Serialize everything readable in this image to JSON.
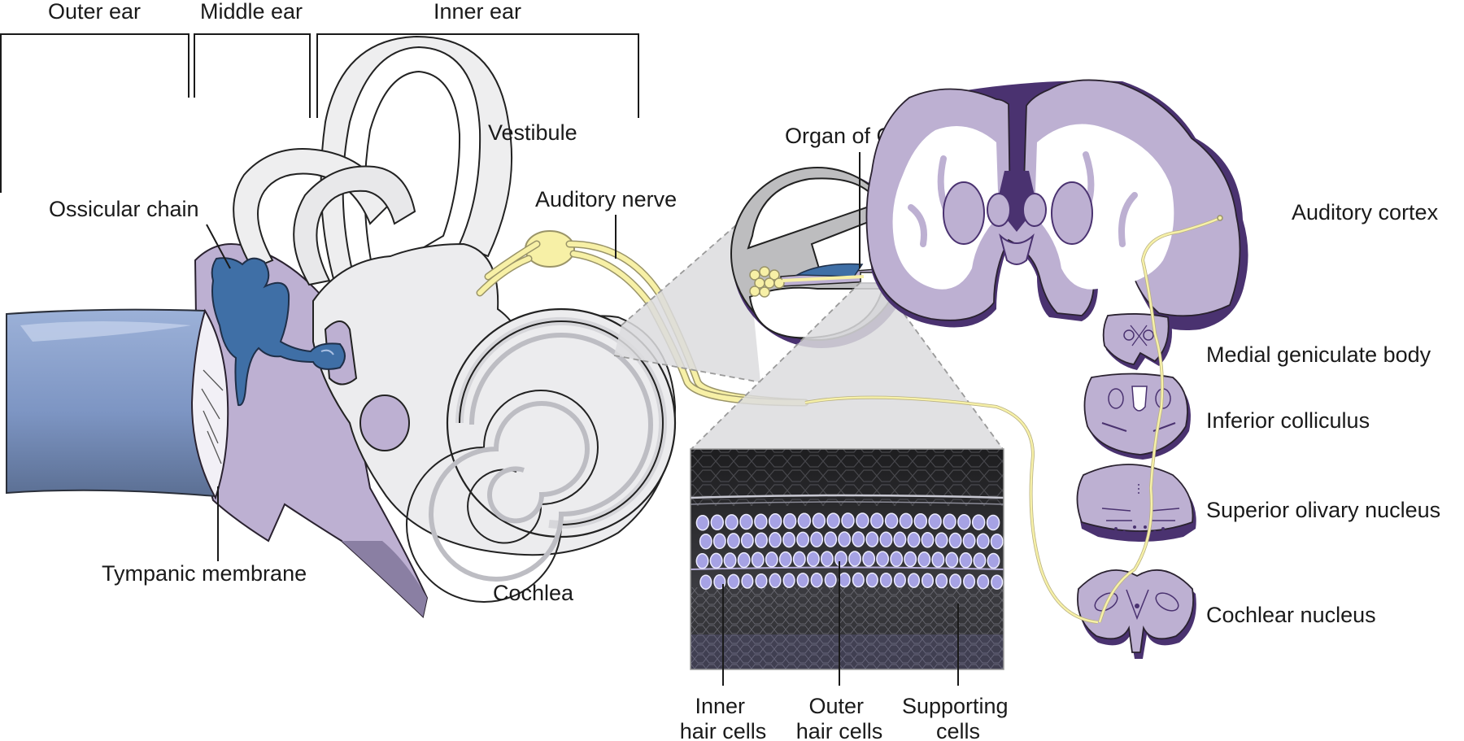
{
  "colors": {
    "canal_blue": "#7d95c3",
    "ossicle_blue": "#3f6fa6",
    "lavender": "#bdb0d2",
    "dark_purple": "#4a3270",
    "mid_purple": "#8874ab",
    "bone_white": "#ebebed",
    "nerve_yellow": "#f7f0a6",
    "micrograph_cells": "#a6a2e4"
  },
  "regions": {
    "outer_ear": "Outer ear",
    "middle_ear": "Middle ear",
    "inner_ear": "Inner ear"
  },
  "ear_labels": {
    "vestibule": "Vestibule",
    "ossicular_chain": "Ossicular chain",
    "tympanic_membrane": "Tympanic membrane",
    "cochlea": "Cochlea",
    "auditory_nerve": "Auditory nerve",
    "organ_of_corti": "Organ of Corti"
  },
  "micrograph_labels": {
    "inner_hair_cells": [
      "Inner",
      "hair cells"
    ],
    "outer_hair_cells": [
      "Outer",
      "hair cells"
    ],
    "supporting_cells": [
      "Supporting",
      "cells"
    ]
  },
  "pathway_labels": {
    "auditory_cortex": "Auditory cortex",
    "medial_geniculate_body": "Medial geniculate body",
    "inferior_colliculus": "Inferior colliculus",
    "superior_olivary_nucleus": "Superior olivary nucleus",
    "cochlear_nucleus": "Cochlear nucleus"
  },
  "micrograph": {
    "rows": [
      {
        "count": 21,
        "size": 1.0
      },
      {
        "count": 22,
        "size": 1.0
      },
      {
        "count": 22,
        "size": 1.0
      },
      {
        "count": 22,
        "size": 0.95
      }
    ]
  }
}
